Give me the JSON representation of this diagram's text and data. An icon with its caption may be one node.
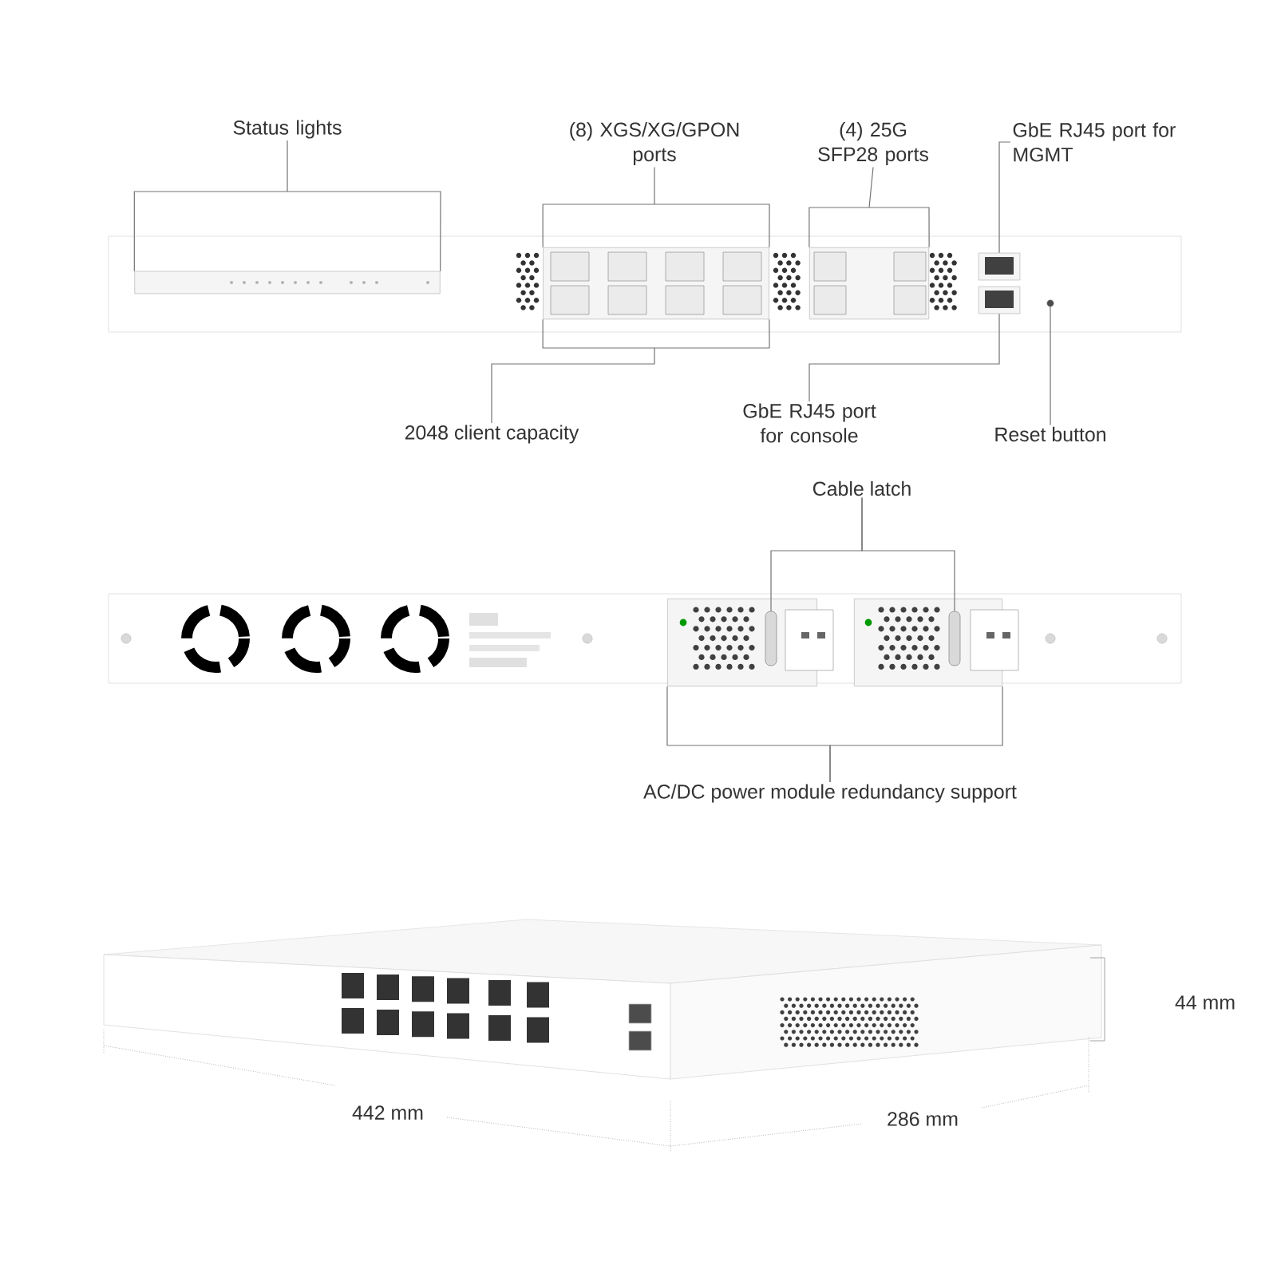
{
  "diagram": {
    "nodes": [
      {
        "text": [
          "Status lights"
        ]
      },
      {
        "text": [
          "(8) XGS/XG/GPON ports"
        ]
      },
      {
        "text": [
          "(4) 25G SFP28 ports"
        ]
      },
      {
        "text": [
          "GbE RJ45 port for MGMT"
        ]
      },
      {
        "text": [],
        "shape": "box"
      },
      {
        "text": [],
        "shape": "box"
      },
      {
        "text": [],
        "shape": "box"
      },
      {
        "text": [],
        "shape": "box"
      },
      {
        "text": [],
        "shape": "box"
      },
      {
        "text": [],
        "shape": "circle"
      },
      {
        "text": [
          "2048 client capacity"
        ]
      },
      {
        "text": [
          "GbE RJ45 port for console"
        ]
      },
      {
        "text": [
          "Reset button"
        ]
      },
      {
        "text": [
          "Cable latch"
        ]
      },
      {
        "text": [],
        "shape": "box"
      },
      {
        "text": [],
        "shape": "box"
      },
      {
        "text": [],
        "shape": "bar",
        "in": 14
      },
      {
        "text": [],
        "shape": "bar",
        "in": 15
      },
      {
        "text": [
          "AC/DC power module redundancy support"
        ]
      }
    ],
    "edges": [
      {
        "from": 0,
        "to": 4,
        "arrow": "none"
      },
      {
        "from": 1,
        "to": 5,
        "arrow": "none"
      },
      {
        "from": 2,
        "to": 6,
        "arrow": "none"
      },
      {
        "from": 3,
        "to": 7,
        "arrow": "none"
      },
      {
        "from": 10,
        "to": 5,
        "arrow": "none"
      },
      {
        "from": 11,
        "to": 8,
        "arrow": "none"
      },
      {
        "from": 12,
        "to": 9,
        "arrow": "none"
      },
      {
        "from": 13,
        "to": 16,
        "arrow": "none"
      },
      {
        "from": 13,
        "to": 17,
        "arrow": "none"
      },
      {
        "from": 18,
        "to": 14,
        "arrow": "none"
      },
      {
        "from": 18,
        "to": 15,
        "arrow": "none"
      }
    ],
    "labels": [
      "44 mm",
      "442 mm",
      "286 mm"
    ]
  }
}
